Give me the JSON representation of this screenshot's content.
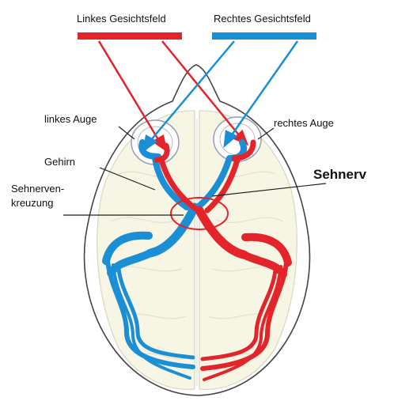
{
  "labels": {
    "left_field": "Linkes Gesichtsfeld",
    "right_field": "Rechtes Gesichtsfeld",
    "left_eye": "linkes Auge",
    "right_eye": "rechtes Auge",
    "brain": "Gehirn",
    "chiasm_line1": "Sehnerven-",
    "chiasm_line2": "kreuzung",
    "optic_nerve": "Sehnerv"
  },
  "colors": {
    "left_field": "#e3242b",
    "right_field": "#1a8fd6",
    "brain_fill": "#f7f5e4",
    "brain_outline": "#6e6e6e",
    "eye_outline": "#9a9cb4"
  }
}
